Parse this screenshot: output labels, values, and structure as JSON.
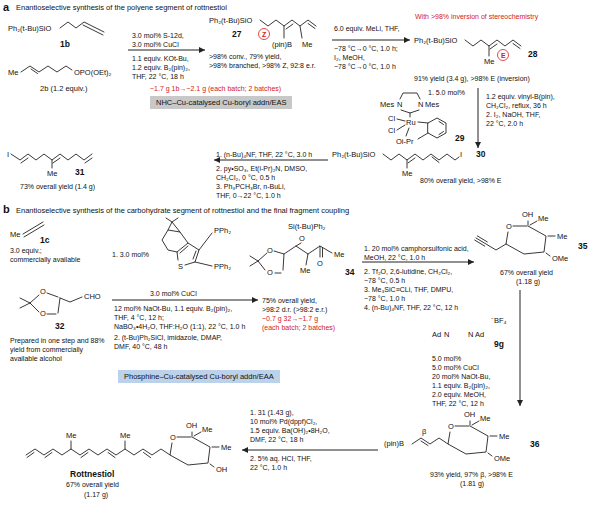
{
  "diagram": {
    "nodes": [
      {
        "text": [
          "Ph₂(t-Bu)SiO",
          "1b"
        ]
      },
      {
        "text": [
          "Me",
          "OPO(OEt)₂",
          "2b (1.2 equiv.)"
        ]
      },
      {
        "text": [
          "Ph₂(t-Bu)SiO",
          "Z",
          "(pin)B",
          "Me",
          "27",
          ">98% conv., 79% yield,",
          ">98% branched, >98% Z, 92:8 e.r."
        ]
      },
      {
        "text": [
          "NHC–Cu-catalysed Cu-boryl addn/EAS"
        ]
      },
      {
        "text": [
          "Ph₂(t-Bu)SiO",
          "Me",
          "E",
          "28",
          "91% yield (3.4 g), >98% E (inversion)"
        ]
      },
      {
        "text": [
          "Mes",
          "N",
          "N",
          "Mes",
          "Cl",
          "Ru",
          "Cl",
          "Oi-Pr",
          "29"
        ]
      },
      {
        "text": [
          "Ph₂(t-Bu)SiO",
          "Me",
          "I",
          "30",
          "80% overall yield, >98% E"
        ]
      },
      {
        "text": [
          "I",
          "Me",
          "31",
          "73% overall yield (1.4 g)"
        ]
      },
      {
        "text": [
          "Me",
          "1c",
          "3.0 equiv.;",
          "commercially available"
        ]
      },
      {
        "text": [
          "PPh₂",
          "S",
          "PPh₂"
        ]
      },
      {
        "text": [
          "O",
          "O",
          "CHO",
          "32",
          "Prepared in one step and 88% yield from commercially available alcohol"
        ]
      },
      {
        "text": [
          "Si(t-Bu)Ph₂",
          "O",
          "O",
          "O",
          "Me",
          "O",
          "Me",
          "34",
          "75% overall yield,",
          ">98:2 d.r. (>98:2 e.r.)",
          "~0.7 g 32→~1.7 g",
          "(each batch; 2 batches)"
        ]
      },
      {
        "text": [
          "O",
          "OH",
          "Me",
          "Me",
          "OMe",
          "35",
          "67% overall yield",
          "(1.18 g)"
        ]
      },
      {
        "text": [
          "Phosphine–Cu-catalysed Cu-boryl addn/EAA"
        ]
      },
      {
        "text": [
          "Ad",
          "N",
          "N",
          "Ad",
          "⁻BF₄",
          "9g"
        ]
      },
      {
        "text": [
          "(pin)B",
          "β",
          "O",
          "OH",
          "Me",
          "Me",
          "OMe",
          "36",
          "93% yield, 97% β, >98% E",
          "(1.81 g)"
        ]
      },
      {
        "text": [
          "O",
          "OH",
          "Me",
          "Me",
          "OH",
          "Me",
          "Me",
          "Rottnestiol",
          "67% overall yield",
          "(1.17 g)"
        ]
      }
    ],
    "edges": [
      {
        "from": 0,
        "to": 2,
        "arrow": "to"
      },
      {
        "from": 2,
        "to": 4,
        "arrow": "to"
      },
      {
        "from": 4,
        "to": 6,
        "arrow": "to"
      },
      {
        "from": 6,
        "to": 7,
        "arrow": "to"
      },
      {
        "from": 10,
        "to": 11,
        "arrow": "to"
      },
      {
        "from": 11,
        "to": 12,
        "arrow": "to"
      },
      {
        "from": 12,
        "to": 15,
        "arrow": "to"
      },
      {
        "from": 15,
        "to": 16,
        "arrow": "to"
      }
    ],
    "labels": [
      "a",
      "Enantioselective synthesis of the polyene segment of rottnestiol",
      "3.0 mol% S-12d,",
      "3.0 mol% CuCl",
      "1.1 equiv. KOt-Bu,",
      "1.2 equiv. B₂(pin)₂,",
      "THF, 22 °C, 18 h",
      "~1.7 g 1b→~2.1 g (each batch; 2 batches)",
      "With >98% inversion of stereochemistry",
      "6.0 equiv. MeLi, THF,",
      "−78 °C→0 °C, 1.0 h;",
      "I₂, MeOH,",
      "−78 °C→0 °C, 1.0 h",
      "1. 5.0 mol%",
      "1.2 equiv. vinyl-B(pin),",
      "CH₂Cl₂, reflux, 36 h",
      "2. I₂, NaOH, THF,",
      "22 °C, 2.0 h",
      "1. (n-Bu)₄NF, THF, 22 °C, 3.0 h",
      "2. py•SO₃, Et(i-Pr)₂N, DMSO,",
      "CH₂Cl₂, 0 °C, 0.5 h",
      "3. Ph₃PCH₃Br, n-BuLi,",
      "THF, 0→22 °C, 1.0 h",
      "b",
      "Enantioselective synthesis of the carbohydrate segment of rottnestiol and the final fragment coupling",
      "1. 3.0 mol%",
      "3.0 mol% CuCl",
      "12 mol% NaOt-Bu, 1.1 equiv. B₂(pin)₂,",
      "THF, 4 °C, 12 h;",
      "NaBO₃•4H₂O, THF:H₂O (1:1), 22 °C, 1.0 h",
      "2. (t-Bu)Ph₂SiCl, imidazole, DMAP,",
      "DMF, 40 °C, 48 h",
      "1. 20 mol% camphorsulfonic acid,",
      "MeOH, 22 °C, 1.0 h",
      "2. Tf₂O, 2,6-lutidine, CH₂Cl₂,",
      "−78 °C, 0.5 h",
      "3. Me₃SiC≡CLi, THF, DMPU,",
      "−78 °C, 1.0 h",
      "4. (n-Bu)₄NF, THF, 22 °C, 12 h",
      "5.0 mol%",
      "5.0 mol% CuCl",
      "20 mol% NaOt-Bu,",
      "1.1 equiv. B₂(pin)₂,",
      "2.0 equiv. MeOH,",
      "THF, 22 °C, 12 h",
      "1. 31 (1.43 g),",
      "10 mol% Pd(dppf)Cl₂,",
      "1.5 equiv. Ba(OH)₂•8H₂O,",
      "DMF, 22 °C, 18 h",
      "2. 5% aq. HCl, THF,",
      "22 °C, 1.0 h"
    ]
  }
}
